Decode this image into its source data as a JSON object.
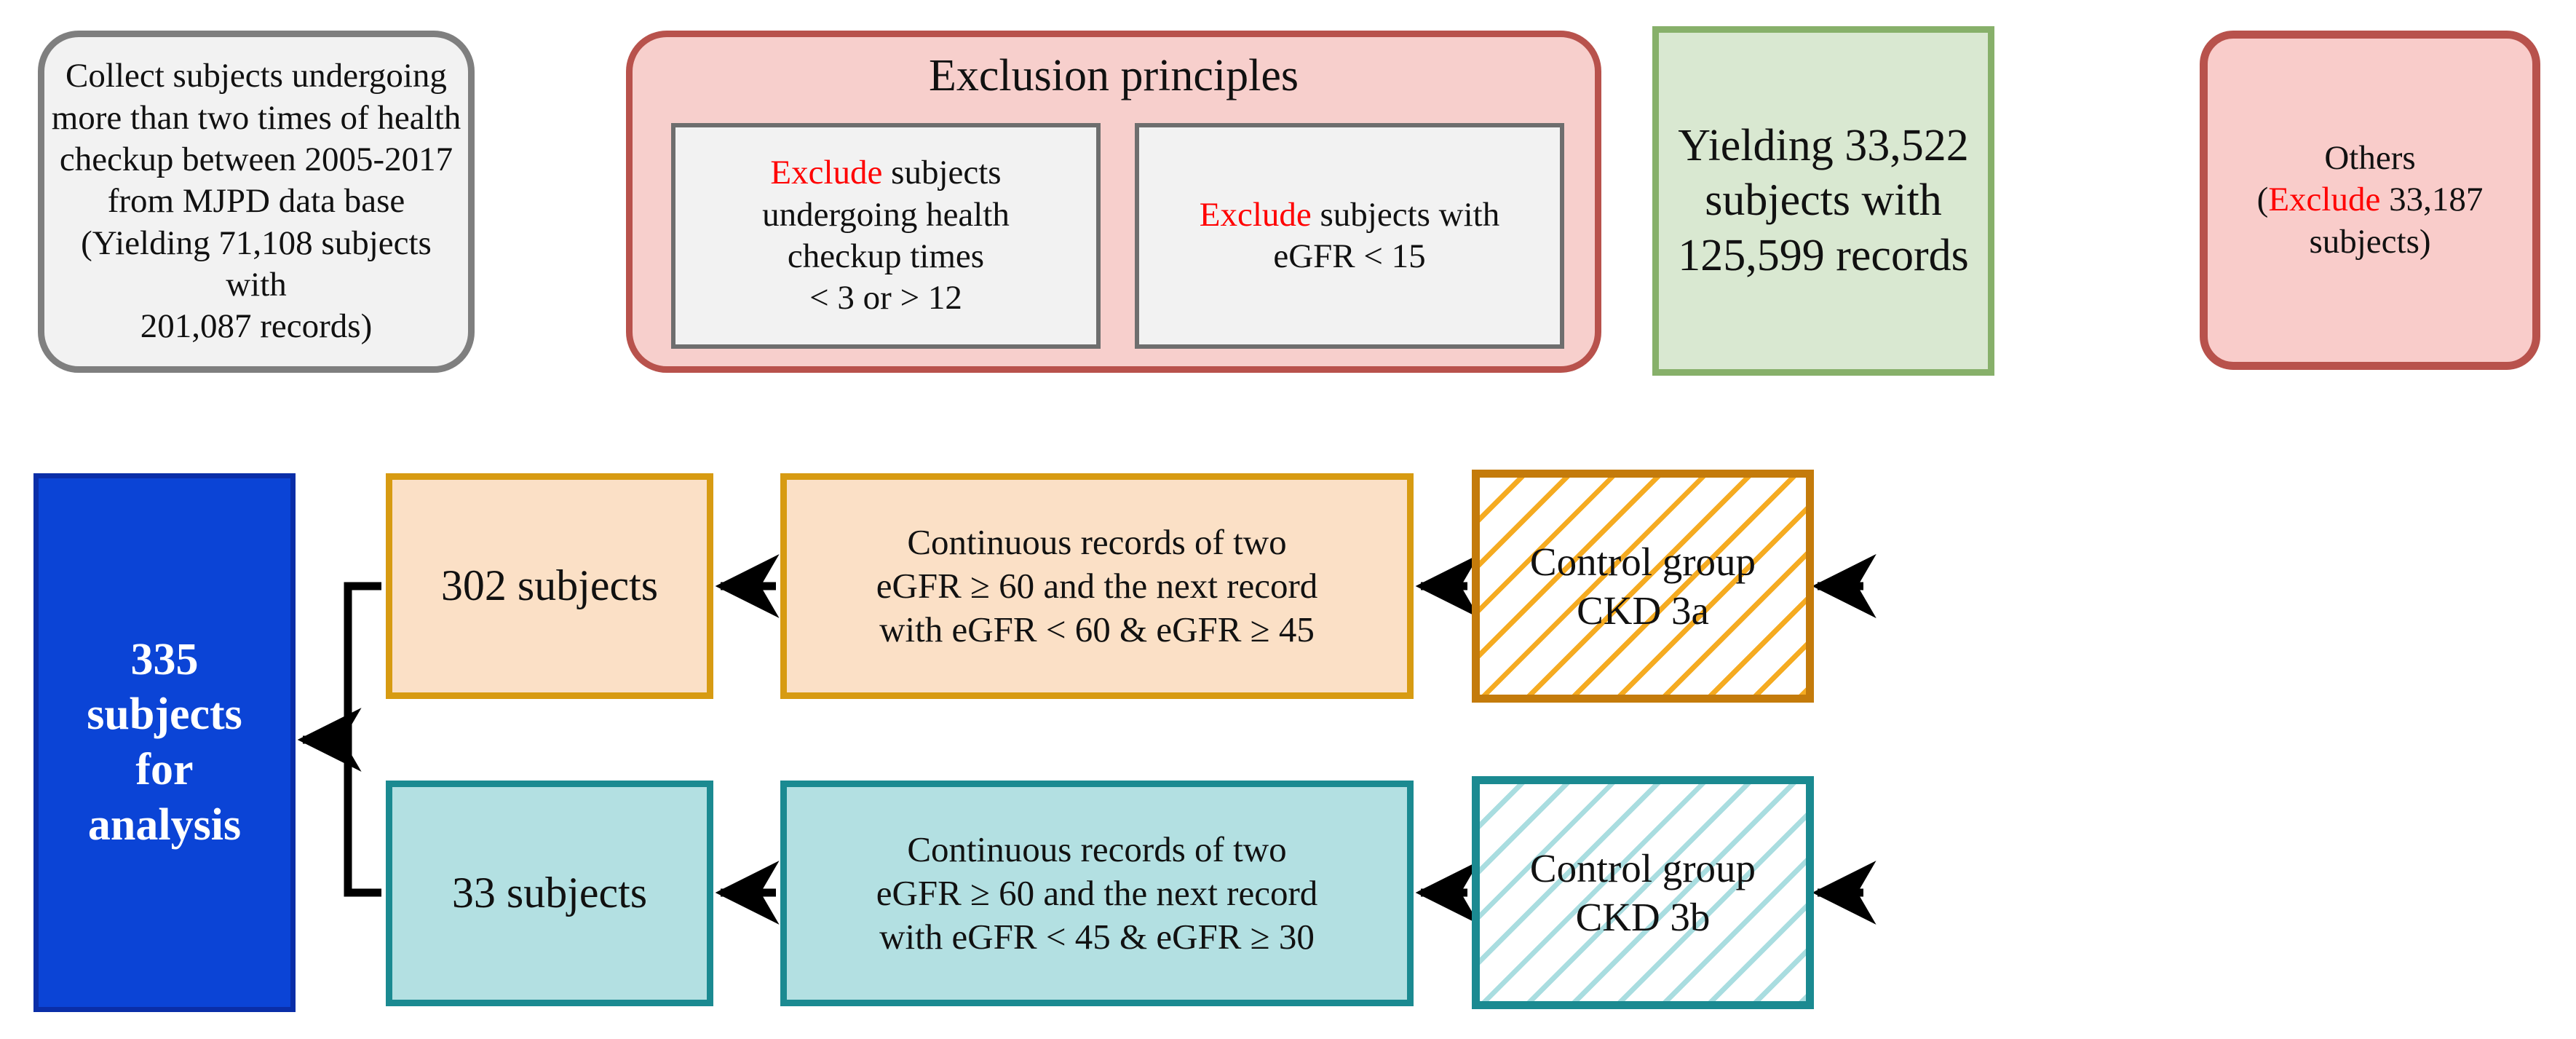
{
  "figure": {
    "type": "flowchart",
    "title": "Study subject selection flow (CKD cohort)",
    "background": "#ffffff"
  },
  "colors": {
    "grey_fill": "#f2f2f2",
    "grey_border": "#7f7f7f",
    "pink_fill": "#f7cfcc",
    "pink_border": "#b8524c",
    "green_fill": "#d9e8d1",
    "green_border": "#87b06a",
    "blue_fill": "#0b44d6",
    "orange_fill": "#fbe0c6",
    "orange_border": "#d79b12",
    "orange_hatch": "#f5ab21",
    "teal_fill": "#b3e0e2",
    "teal_border": "#1b8a91",
    "teal_hatch": "#a9dde0",
    "exclude_keyword": "#ff0000",
    "arrow": "#000000"
  },
  "nodes": {
    "source": {
      "lines": [
        "Collect subjects undergoing",
        "more than two times of health",
        "checkup between 2005-2017",
        "from MJPD data base",
        "(Yielding 71,108 subjects with",
        "201,087 records)"
      ]
    },
    "exclusion_group": {
      "title": "Exclusion principles",
      "criteria": [
        {
          "keyword": "Exclude",
          "rest_line1": " subjects",
          "lines": [
            "undergoing health",
            "checkup times",
            "< 3 or > 12"
          ]
        },
        {
          "keyword": "Exclude",
          "rest_line1": " subjects with",
          "lines": [
            "eGFR < 15"
          ]
        }
      ]
    },
    "yielding": {
      "lines": [
        "Yielding 33,522",
        "subjects with",
        "125,599 records"
      ]
    },
    "others": {
      "line1": "Others",
      "paren_open": "(",
      "keyword": "Exclude",
      "rest": " 33,187",
      "line3": "subjects)"
    },
    "final": {
      "lines": [
        "335",
        "subjects",
        "for",
        "analysis"
      ]
    },
    "count_302": {
      "label": "302 subjects"
    },
    "count_33": {
      "label": "33 subjects"
    },
    "rule_3a": {
      "lines": [
        "Continuous records of two",
        "eGFR ≥ 60 and the next record",
        "with eGFR < 60 & eGFR ≥ 45"
      ]
    },
    "rule_3b": {
      "lines": [
        "Continuous records of two",
        "eGFR ≥ 60 and the next record",
        "with eGFR < 45 & eGFR ≥ 30"
      ]
    },
    "control_3a": {
      "lines": [
        "Control group",
        "CKD 3a"
      ]
    },
    "control_3b": {
      "lines": [
        "Control group",
        "CKD 3b"
      ]
    }
  },
  "edges": [
    {
      "from": "source",
      "to": "exclusion_group",
      "style": "arrow-right"
    },
    {
      "from": "exclusion_group",
      "to": "yielding",
      "style": "arrow-right"
    },
    {
      "from": "yielding",
      "to": "others",
      "style": "arrow-right"
    },
    {
      "from": "yielding",
      "to": "control_3a",
      "style": "elbow-down-left-arrow"
    },
    {
      "from": "yielding",
      "to": "control_3b",
      "style": "elbow-down-left-arrow"
    },
    {
      "from": "control_3a",
      "to": "rule_3a",
      "style": "arrow-left"
    },
    {
      "from": "rule_3a",
      "to": "count_302",
      "style": "arrow-left"
    },
    {
      "from": "control_3b",
      "to": "rule_3b",
      "style": "arrow-left"
    },
    {
      "from": "rule_3b",
      "to": "count_33",
      "style": "arrow-left"
    },
    {
      "from": "count_302",
      "to": "final",
      "style": "merge-elbow-arrow-left"
    },
    {
      "from": "count_33",
      "to": "final",
      "style": "merge-elbow-arrow-left"
    }
  ]
}
